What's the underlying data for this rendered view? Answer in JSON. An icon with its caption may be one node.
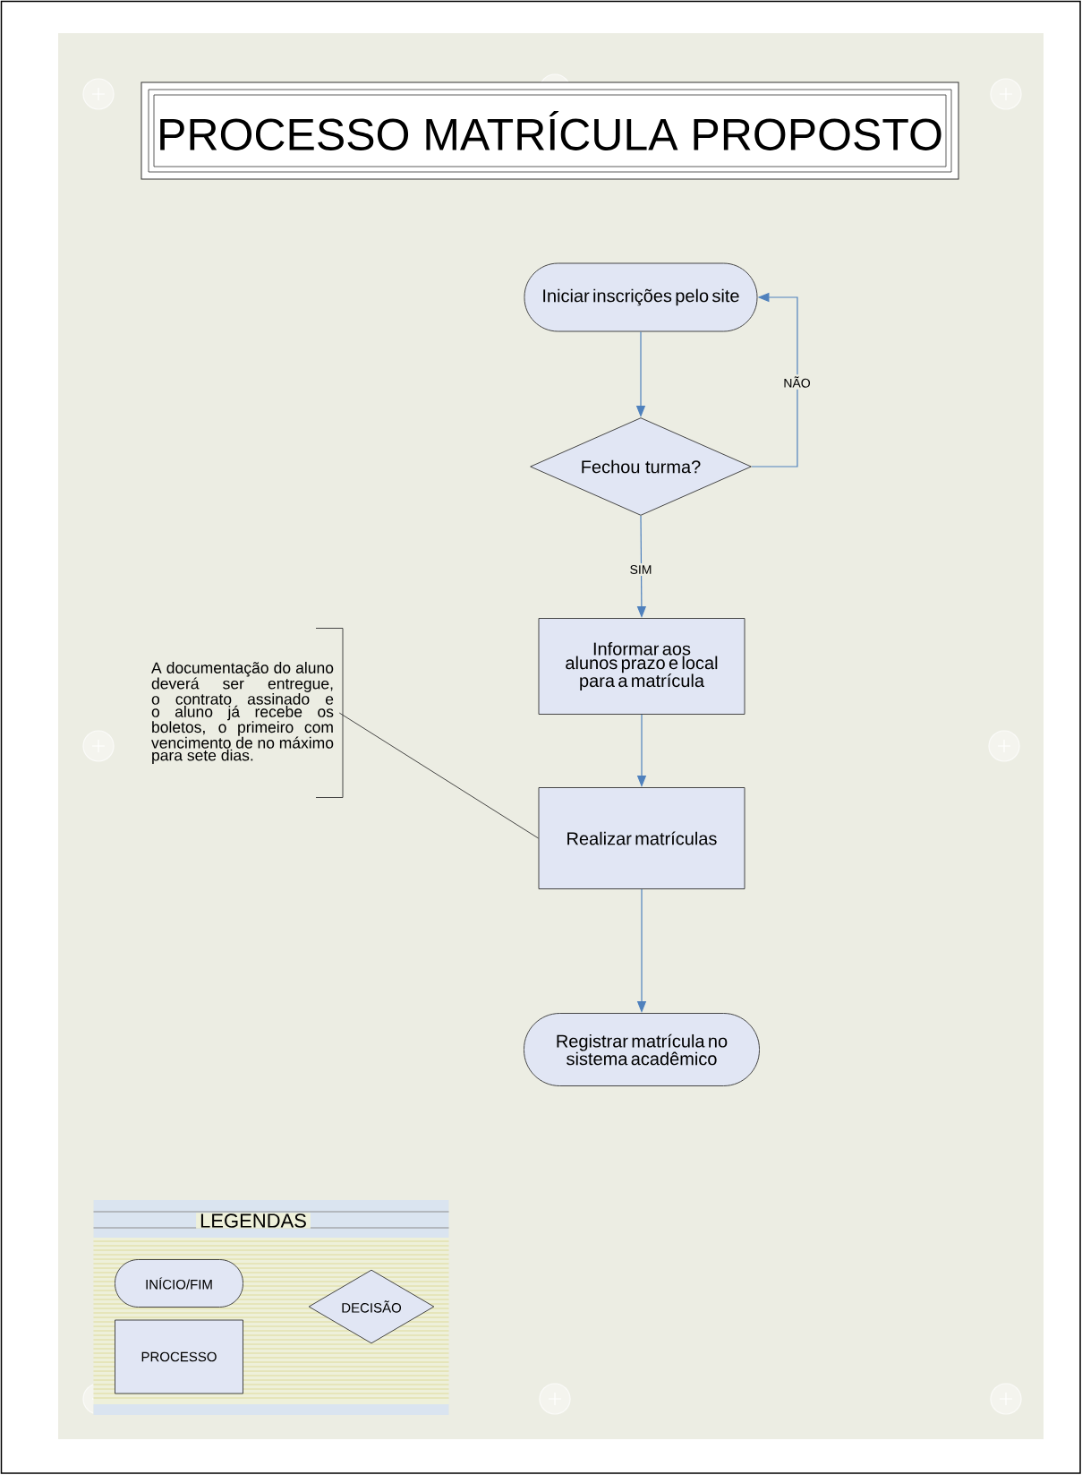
{
  "diagram": {
    "title": "PROCESSO MATRÍCULA PROPOSTO",
    "nodes": [
      {
        "text": [
          "Iniciar inscrições pelo site"
        ]
      },
      {
        "text": [
          "Fechou turma?"
        ]
      },
      {
        "text": [
          "Informar aos alunos prazo e local para a matrícula"
        ]
      },
      {
        "text": [
          "Realizar matrículas"
        ]
      },
      {
        "text": [
          "Registrar matrícula no sistema acadêmico"
        ]
      },
      {
        "text": [
          "A documentação do aluno deverá ser entregue, o contrato assinado e o aluno já recebe os boletos, o primeiro com vencimento de no máximo para sete dias."
        ]
      },
      {
        "text": [
          "LEGENDAS"
        ]
      },
      {
        "text": [
          "INÍCIO/FIM"
        ],
        "in": 6
      },
      {
        "text": [
          "PROCESSO"
        ],
        "in": 6
      },
      {
        "text": [
          "DECISÃO"
        ],
        "in": 6
      }
    ],
    "edges": [
      {
        "from": 0,
        "to": 1,
        "arrow": "to"
      },
      {
        "from": 1,
        "to": 0,
        "arrow": "to",
        "label": "NÃO"
      },
      {
        "from": 1,
        "to": 2,
        "arrow": "to",
        "label": "SIM"
      },
      {
        "from": 2,
        "to": 3,
        "arrow": "to"
      },
      {
        "from": 3,
        "to": 4,
        "arrow": "to"
      },
      {
        "from": 5,
        "to": 3,
        "arrow": "none",
        "color": "#333333"
      }
    ]
  }
}
